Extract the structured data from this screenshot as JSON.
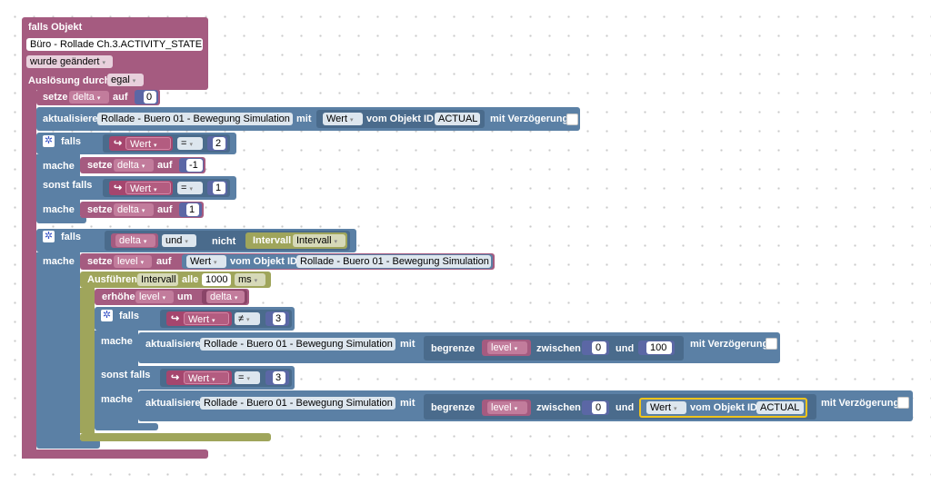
{
  "trigger": {
    "title": "falls Objekt",
    "object": "Büro - Rollade Ch.3.ACTIVITY_STATE",
    "event": "wurde geändert",
    "cause_label": "Auslösung durch",
    "cause_value": "egal"
  },
  "set_delta": {
    "setze": "setze",
    "var": "delta",
    "auf": "auf",
    "value": "0"
  },
  "update1": {
    "label": "aktualisiere",
    "target": "Rollade - Buero 01 - Bewegung Simulation",
    "mit": "mit",
    "wert": "Wert",
    "vom": "vom Objekt ID",
    "attr": "ACTUAL",
    "delay": "mit Verzögerung"
  },
  "if1": {
    "falls": "falls",
    "wert": "Wert",
    "op": "=",
    "value1": "2",
    "mache": "mache",
    "set1_var": "delta",
    "set1_val": "-1",
    "sonst": "sonst falls",
    "op2": "=",
    "value2": "1",
    "set2_var": "delta",
    "set2_val": "1",
    "setze": "setze",
    "auf": "auf"
  },
  "if2": {
    "falls": "falls",
    "var": "delta",
    "und": "und",
    "nicht": "nicht",
    "intervall_label": "Intervall",
    "intervall_var": "Intervall",
    "mache": "mache",
    "setze": "setze",
    "level": "level",
    "auf": "auf",
    "wert": "Wert",
    "vom": "vom Objekt ID",
    "object": "Rollade - Buero 01 - Bewegung Simulation"
  },
  "interval": {
    "run": "Ausführen",
    "var": "Intervall",
    "alle": "alle",
    "ms_value": "1000",
    "unit": "ms"
  },
  "increment": {
    "label": "erhöhe",
    "var": "level",
    "um": "um",
    "by": "delta"
  },
  "if3": {
    "falls": "falls",
    "wert": "Wert",
    "op": "≠",
    "value": "3",
    "mache": "mache",
    "sonst": "sonst falls",
    "op2": "=",
    "value2": "3"
  },
  "update2": {
    "label": "aktualisiere",
    "target": "Rollade - Buero 01 - Bewegung Simulation",
    "mit": "mit",
    "begrenze": "begrenze",
    "var": "level",
    "zwischen": "zwischen",
    "min": "0",
    "und": "und",
    "max": "100",
    "delay": "mit Verzögerung"
  },
  "update3": {
    "label": "aktualisiere",
    "target": "Rollade - Buero 01 - Bewegung Simulation",
    "mit": "mit",
    "begrenze": "begrenze",
    "var": "level",
    "zwischen": "zwischen",
    "min": "0",
    "und": "und",
    "wert": "Wert",
    "vom": "vom Objekt ID",
    "attr": "ACTUAL",
    "delay": "mit Verzögerung"
  }
}
